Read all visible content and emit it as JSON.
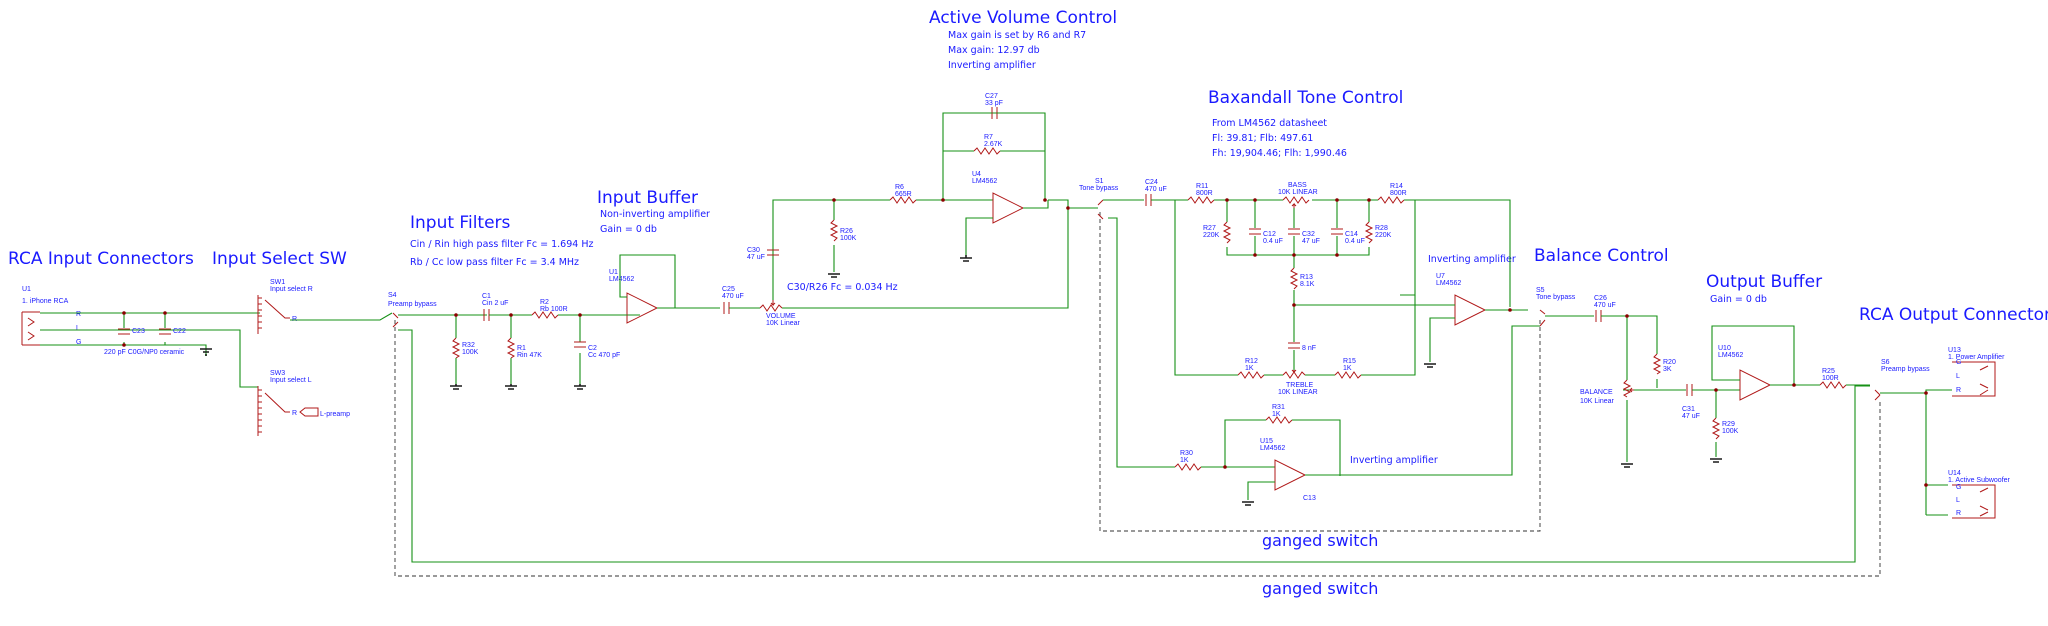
{
  "sections": {
    "rca_in": "RCA Input Connectors",
    "input_select": "Input Select SW",
    "input_filters": "Input Filters",
    "input_buffer": "Input Buffer",
    "active_volume": "Active Volume Control",
    "baxandall": "Baxandall Tone Control",
    "balance": "Balance Control",
    "output_buffer": "Output Buffer",
    "rca_out": "RCA Output Connectors"
  },
  "notes": {
    "filters_1": "Cin / Rin high pass filter Fc = 1.694 Hz",
    "filters_2": "Rb / Cc low pass filter Fc = 3.4 MHz",
    "buffer_1": "Non-inverting amplifier",
    "buffer_2": "Gain = 0 db",
    "volume_1": "Max gain is set by R6 and R7",
    "volume_2": "Max gain: 12.97 db",
    "volume_3": "Inverting amplifier",
    "tone_1": "From LM4562 datasheet",
    "tone_2": "Fl: 39.81; Flb: 497.61",
    "tone_3": "Fh: 19,904.46; Flh: 1,990.46",
    "c30_note": "C30/R26 Fc = 0.034 Hz",
    "tone_inv": "Inverting amplifier",
    "u15_inv": "Inverting amplifier",
    "outbuf_gain": "Gain = 0 db",
    "ganged_1": "ganged switch",
    "ganged_2": "ganged switch"
  },
  "components": {
    "u1_rca": "U1",
    "u1_rca_sub": "1. iPhone RCA",
    "rca_r": "R",
    "rca_l": "L",
    "rca_g": "G",
    "c23": "C23",
    "c22": "C22",
    "ceramic": "220 pF C0G/NP0 ceramic",
    "sw1": "SW1",
    "sw1_sub": "Input select R",
    "sw3": "SW3",
    "sw3_sub": "Input select L",
    "sw_pin_r": "R",
    "sw_pin_l": "R",
    "lpreamp": "L-preamp",
    "s4": "S4",
    "s4_sub": "Preamp bypass",
    "c1": "C1",
    "c1_v": "Cin  2 uF",
    "r2": "R2",
    "r2_v": "Rb  100R",
    "r32": "R32",
    "r32_v": "100K",
    "r1": "R1",
    "r1_v": "Rin  47K",
    "c2": "C2",
    "c2_v": "Cc  470 pF",
    "u1": "U1",
    "u1_v": "LM4562",
    "c25": "C25",
    "c25_v": "470 uF",
    "volume": "VOLUME",
    "volume_v": "10K Linear",
    "c30": "C30",
    "c30_v": "47 uF",
    "r26": "R26",
    "r26_v": "100K",
    "r6": "R6",
    "r6_v": "665R",
    "c27": "C27",
    "c27_v": "33 pF",
    "r7": "R7",
    "r7_v": "2.67K",
    "u4": "U4",
    "u4_v": "LM4562",
    "s1": "S1",
    "s1_sub": "Tone bypass",
    "c24": "C24",
    "c24_v": "470 uF",
    "r11": "R11",
    "r11_v": "800R",
    "bass": "BASS",
    "bass_v": "10K LINEAR",
    "r14": "R14",
    "r14_v": "800R",
    "r27": "R27",
    "r27_v": "220K",
    "c12": "C12",
    "c12_v": "0.4 uF",
    "c32": "C32",
    "c32_v": "47 uF",
    "c14": "C14",
    "c14_v": "0.4 uF",
    "r28": "R28",
    "r28_v": "220K",
    "r13": "R13",
    "r13_v": "8.1K",
    "c8_v": "8 nF",
    "r12": "R12",
    "r12_v": "1K",
    "r15": "R15",
    "r15_v": "1K",
    "treble": "TREBLE",
    "treble_v": "10K LINEAR",
    "u7": "U7",
    "u7_v": "LM4562",
    "r31": "R31",
    "r31_v": "1K",
    "r30": "R30",
    "r30_v": "1K",
    "u15": "U15",
    "u15_v": "LM4562",
    "c13": "C13",
    "s5": "S5",
    "s5_sub": "Tone bypass",
    "c26": "C26",
    "c26_v": "470 uF",
    "r20": "R20",
    "r20_v": "3K",
    "balance": "BALANCE",
    "balance_v": "10K Linear",
    "c31": "C31",
    "c31_v": "47 uF",
    "r29": "R29",
    "r29_v": "100K",
    "u10": "U10",
    "u10_v": "LM4562",
    "r25": "R25",
    "r25_v": "100R",
    "s6": "S6",
    "s6_sub": "Preamp bypass",
    "u13": "U13",
    "u13_sub": "1. Power Amplifier",
    "u14": "U14",
    "u14_sub": "1. Active Subwoofer",
    "out_g": "G",
    "out_l": "L",
    "out_r": "R"
  },
  "colors": {
    "wire": "#169016",
    "part": "#b01818",
    "text": "#1a1aff",
    "ground": "#1a1a1a"
  }
}
